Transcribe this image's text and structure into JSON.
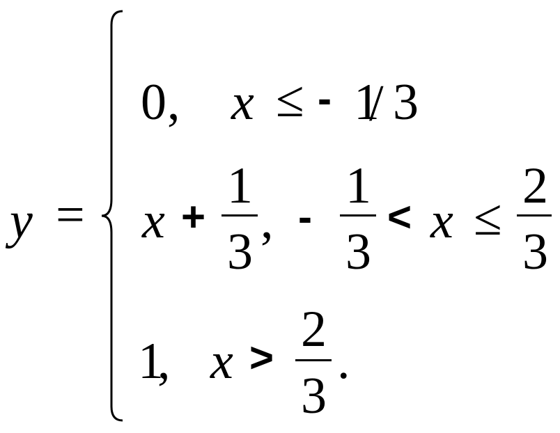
{
  "equation": {
    "lhs": {
      "variable": "y",
      "equals": "="
    },
    "cases": [
      {
        "value": "0",
        "comma": ",",
        "condition": {
          "variable": "x",
          "operator": "≤",
          "minus": "-",
          "bound_numerator": "1",
          "slash": "/",
          "bound_denominator": "3"
        }
      },
      {
        "expression": {
          "variable": "x",
          "plus": "+",
          "fraction": {
            "numerator": "1",
            "denominator": "3"
          },
          "comma": ","
        },
        "condition": {
          "minus": "-",
          "lower_fraction": {
            "numerator": "1",
            "denominator": "3"
          },
          "operator_lower": "<",
          "variable": "x",
          "operator_upper": "≤",
          "upper_fraction": {
            "numerator": "2",
            "denominator": "3"
          }
        }
      },
      {
        "value": "1",
        "comma": ",",
        "condition": {
          "variable": "x",
          "operator": ">",
          "fraction": {
            "numerator": "2",
            "denominator": "3"
          },
          "period": "."
        }
      }
    ]
  }
}
